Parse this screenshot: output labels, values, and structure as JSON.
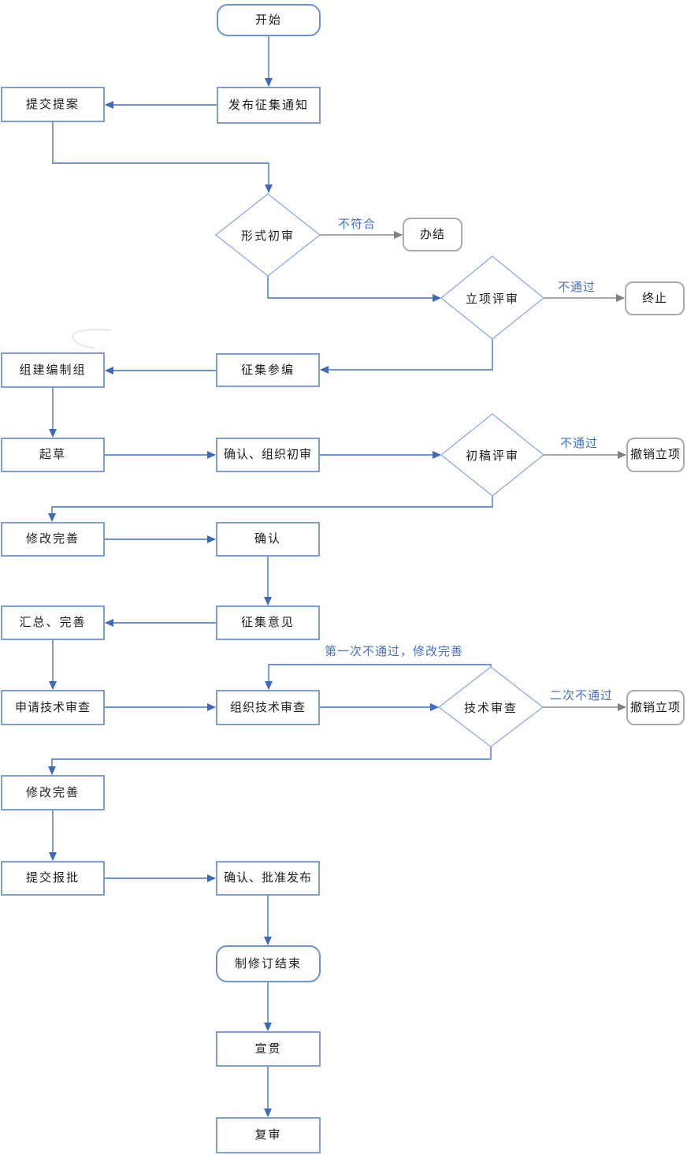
{
  "diagram_type": "flowchart",
  "colors": {
    "node_border_blue": "#7E9CD6",
    "terminator_border_blue": "#6C90D4",
    "diamond_stroke": "#92ACDE",
    "arrow_blue": "#4472C4",
    "arrow_gray": "#8C8C8C",
    "gray_node_border": "#ABABAB",
    "edge_label_text": "#4472C4",
    "node_text": "#1c1c1c"
  },
  "nodes": {
    "start": "开始",
    "publish_notice": "发布征集通知",
    "submit_proposal": "提交提案",
    "form_review": "形式初审",
    "close_case": "办结",
    "project_review": "立项评审",
    "terminate": "终止",
    "collect_participants": "征集参编",
    "form_group": "组建编制组",
    "draft": "起草",
    "confirm_initial_review": "确认、组织初审",
    "first_draft_review": "初稿评审",
    "cancel_project_1": "撤销立项",
    "revise_1": "修改完善",
    "confirm": "确认",
    "collect_opinions": "征集意见",
    "summarize_improve": "汇总、完善",
    "apply_tech_review": "申请技术审查",
    "organize_tech_review": "组织技术审查",
    "tech_review": "技术审查",
    "cancel_project_2": "撤销立项",
    "revise_2": "修改完善",
    "submit_approval": "提交报批",
    "confirm_approve_publish": "确认、批准发布",
    "end_revision": "制修订结束",
    "promote": "宣贯",
    "final_review": "复审"
  },
  "edge_labels": {
    "form_fail": "不符合",
    "project_fail": "不通过",
    "draft_fail": "不通过",
    "tech_first_fail": "第一次不通过，修改完善",
    "tech_second_fail": "二次不通过"
  },
  "edges": [
    {
      "from": "start",
      "to": "publish_notice",
      "style": "blue"
    },
    {
      "from": "publish_notice",
      "to": "submit_proposal",
      "style": "blue"
    },
    {
      "from": "submit_proposal",
      "to": "form_review",
      "style": "blue"
    },
    {
      "from": "form_review",
      "to": "close_case",
      "style": "gray",
      "label": "不符合"
    },
    {
      "from": "form_review",
      "to": "project_review",
      "style": "blue"
    },
    {
      "from": "project_review",
      "to": "terminate",
      "style": "gray",
      "label": "不通过"
    },
    {
      "from": "project_review",
      "to": "collect_participants",
      "style": "blue"
    },
    {
      "from": "collect_participants",
      "to": "form_group",
      "style": "blue"
    },
    {
      "from": "form_group",
      "to": "draft",
      "style": "blue"
    },
    {
      "from": "draft",
      "to": "confirm_initial_review",
      "style": "blue"
    },
    {
      "from": "confirm_initial_review",
      "to": "first_draft_review",
      "style": "blue"
    },
    {
      "from": "first_draft_review",
      "to": "cancel_project_1",
      "style": "gray",
      "label": "不通过"
    },
    {
      "from": "first_draft_review",
      "to": "revise_1",
      "style": "blue"
    },
    {
      "from": "revise_1",
      "to": "confirm",
      "style": "blue"
    },
    {
      "from": "confirm",
      "to": "collect_opinions",
      "style": "blue"
    },
    {
      "from": "collect_opinions",
      "to": "summarize_improve",
      "style": "blue"
    },
    {
      "from": "summarize_improve",
      "to": "apply_tech_review",
      "style": "blue"
    },
    {
      "from": "apply_tech_review",
      "to": "organize_tech_review",
      "style": "blue"
    },
    {
      "from": "organize_tech_review",
      "to": "tech_review",
      "style": "blue"
    },
    {
      "from": "tech_review",
      "to": "organize_tech_review",
      "style": "blue",
      "label": "第一次不通过，修改完善"
    },
    {
      "from": "tech_review",
      "to": "cancel_project_2",
      "style": "gray",
      "label": "二次不通过"
    },
    {
      "from": "tech_review",
      "to": "revise_2",
      "style": "blue"
    },
    {
      "from": "revise_2",
      "to": "submit_approval",
      "style": "blue"
    },
    {
      "from": "submit_approval",
      "to": "confirm_approve_publish",
      "style": "blue"
    },
    {
      "from": "confirm_approve_publish",
      "to": "end_revision",
      "style": "blue"
    },
    {
      "from": "end_revision",
      "to": "promote",
      "style": "blue"
    },
    {
      "from": "promote",
      "to": "final_review",
      "style": "blue"
    }
  ]
}
